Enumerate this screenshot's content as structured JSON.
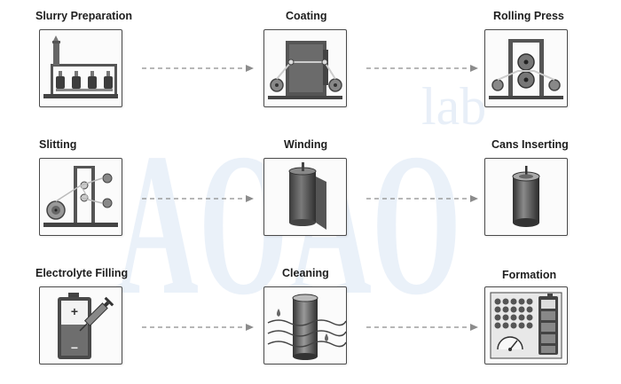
{
  "watermark": {
    "brand": "AOAO",
    "suffix": "lab"
  },
  "steps": [
    {
      "label": "Slurry Preparation",
      "icon": "slurry-preparation-icon"
    },
    {
      "label": "Coating",
      "icon": "coating-icon"
    },
    {
      "label": "Rolling Press",
      "icon": "rolling-press-icon"
    },
    {
      "label": "Slitting",
      "icon": "slitting-icon"
    },
    {
      "label": "Winding",
      "icon": "winding-icon"
    },
    {
      "label": "Cans Inserting",
      "icon": "cans-inserting-icon"
    },
    {
      "label": "Electrolyte Filling",
      "icon": "electrolyte-filling-icon"
    },
    {
      "label": "Cleaning",
      "icon": "cleaning-icon"
    },
    {
      "label": "Formation",
      "icon": "formation-icon"
    }
  ],
  "colors": {
    "line": "#555555",
    "dark": "#3a3a3a",
    "mid": "#8a8a8a",
    "arrow": "#8c8c8c"
  }
}
